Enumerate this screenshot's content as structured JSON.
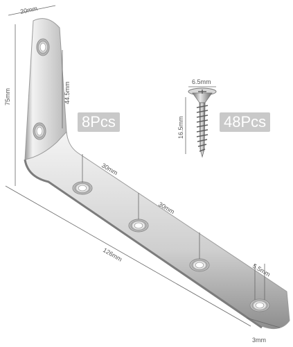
{
  "product": {
    "bracket_count": "8Pcs",
    "screw_count": "48Pcs"
  },
  "dimensions": {
    "top_width": "20mm",
    "height": "75mm",
    "hole_spacing_vertical": "44.5mm",
    "hole_spacing_1": "30mm",
    "hole_spacing_2": "30mm",
    "length": "126mm",
    "hole_diameter": "5.5mm",
    "thickness": "3mm",
    "screw_head": "6.5mm",
    "screw_length": "16.5mm"
  },
  "colors": {
    "metal_light": "#e6e6e6",
    "metal_mid": "#bdbdbd",
    "metal_dark": "#8c8c8c",
    "badge_bg": "#c9c9c9",
    "dim_line": "#666666"
  }
}
